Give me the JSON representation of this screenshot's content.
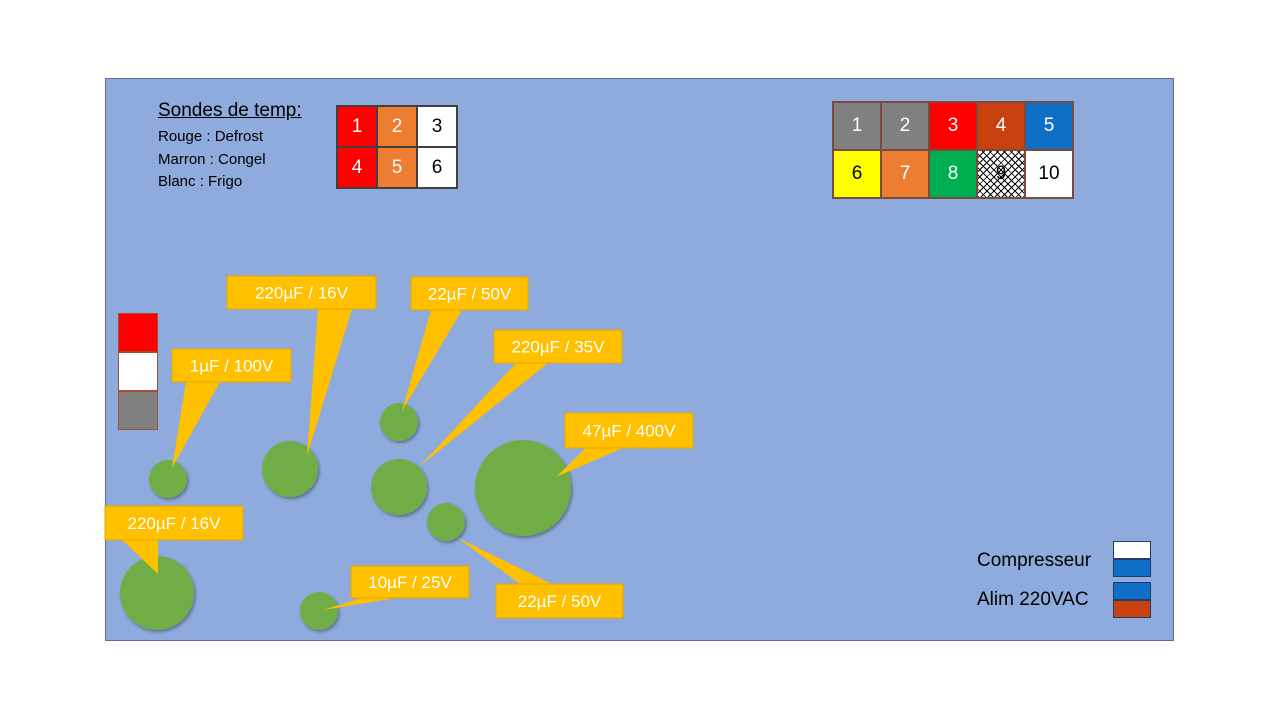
{
  "legend": {
    "title": "Sondes de temp:",
    "lines": [
      "Rouge : Defrost",
      "Marron : Congel",
      "Blanc : Frigo"
    ]
  },
  "probe_grid": [
    {
      "label": "1",
      "color": "#ff0000",
      "text_color": "#ffffff"
    },
    {
      "label": "2",
      "color": "#ed7d31",
      "text_color": "#ffffff"
    },
    {
      "label": "3",
      "color": "#ffffff",
      "text_color": "#000000"
    },
    {
      "label": "4",
      "color": "#ff0000",
      "text_color": "#ffffff"
    },
    {
      "label": "5",
      "color": "#ed7d31",
      "text_color": "#ffffff"
    },
    {
      "label": "6",
      "color": "#ffffff",
      "text_color": "#000000"
    }
  ],
  "connector_grid": [
    {
      "label": "1",
      "color": "#808080",
      "text_color": "#ffffff"
    },
    {
      "label": "2",
      "color": "#808080",
      "text_color": "#ffffff"
    },
    {
      "label": "3",
      "color": "#ff0000",
      "text_color": "#ffffff"
    },
    {
      "label": "4",
      "color": "#c9410f",
      "text_color": "#ffffff"
    },
    {
      "label": "5",
      "color": "#0f6fc6",
      "text_color": "#ffffff"
    },
    {
      "label": "6",
      "color": "#ffff00",
      "text_color": "#000000"
    },
    {
      "label": "7",
      "color": "#ed7d31",
      "text_color": "#ffffff"
    },
    {
      "label": "8",
      "color": "#00b050",
      "text_color": "#ffffff"
    },
    {
      "label": "9",
      "color": "hatched",
      "text_color": "#000000"
    },
    {
      "label": "10",
      "color": "#ffffff",
      "text_color": "#000000"
    }
  ],
  "left_stack_colors": [
    "#ff0000",
    "#ffffff",
    "#808080"
  ],
  "callout_color": "#ffc000",
  "capacitor_color": "#70ad47",
  "capacitors": [
    {
      "label": "1µF / 100V"
    },
    {
      "label": "220µF / 16V"
    },
    {
      "label": "22µF / 50V"
    },
    {
      "label": "220µF / 35V"
    },
    {
      "label": "47µF / 400V"
    },
    {
      "label": "220µF / 16V"
    },
    {
      "label": "10µF / 25V"
    },
    {
      "label": "22µF / 50V"
    }
  ],
  "power": {
    "compresseur_label": "Compresseur",
    "compresseur_colors": [
      "#ffffff",
      "#0f6fc6"
    ],
    "alim_label": "Alim 220VAC",
    "alim_colors": [
      "#0f6fc6",
      "#c9410f"
    ]
  }
}
